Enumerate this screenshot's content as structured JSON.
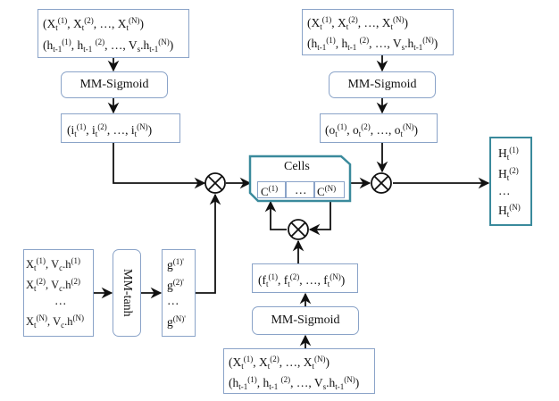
{
  "diagram": {
    "input_gate": {
      "inputs_line1": [
        "X",
        "t",
        "(1)",
        "X",
        "t",
        "(2)",
        "X",
        "t",
        "(N)"
      ],
      "inputs_label_1": "(Xₜ⁽¹⁾, Xₜ⁽²⁾, …, Xₜ⁽ᴺ⁾)",
      "inputs_label_2": "(hₜ₋₁⁽¹⁾, hₜ₋₁⁽²⁾, …, Vₛ.hₜ₋₁⁽ᴺ⁾)",
      "activation": "MM-Sigmoid",
      "output": "i"
    },
    "output_gate": {
      "activation": "MM-Sigmoid",
      "output": "o"
    },
    "forget_gate": {
      "activation": "MM-Sigmoid",
      "output": "f"
    },
    "candidate": {
      "activation": "MM-tanh",
      "output": "g"
    },
    "cells": {
      "title": "Cells",
      "first": "C",
      "ellipsis": "…",
      "last": "C"
    },
    "hidden_output": {
      "name": "H"
    },
    "symbols": {
      "ellipsis": "…",
      "multiply": "⊗",
      "sup1": "(1)",
      "sup2": "(2)",
      "supN": "(N)",
      "sup1p": "(1)'",
      "sup2p": "(2)'",
      "supNp": "(N)'",
      "sub_t": "t",
      "sub_tm1": "t-1",
      "sub_s": "s",
      "sub_c": "c",
      "X": "X",
      "h": "h",
      "V": "V",
      "i": "i",
      "o": "o",
      "f": "f",
      "g": "g",
      "C": "C",
      "H": "H"
    }
  }
}
